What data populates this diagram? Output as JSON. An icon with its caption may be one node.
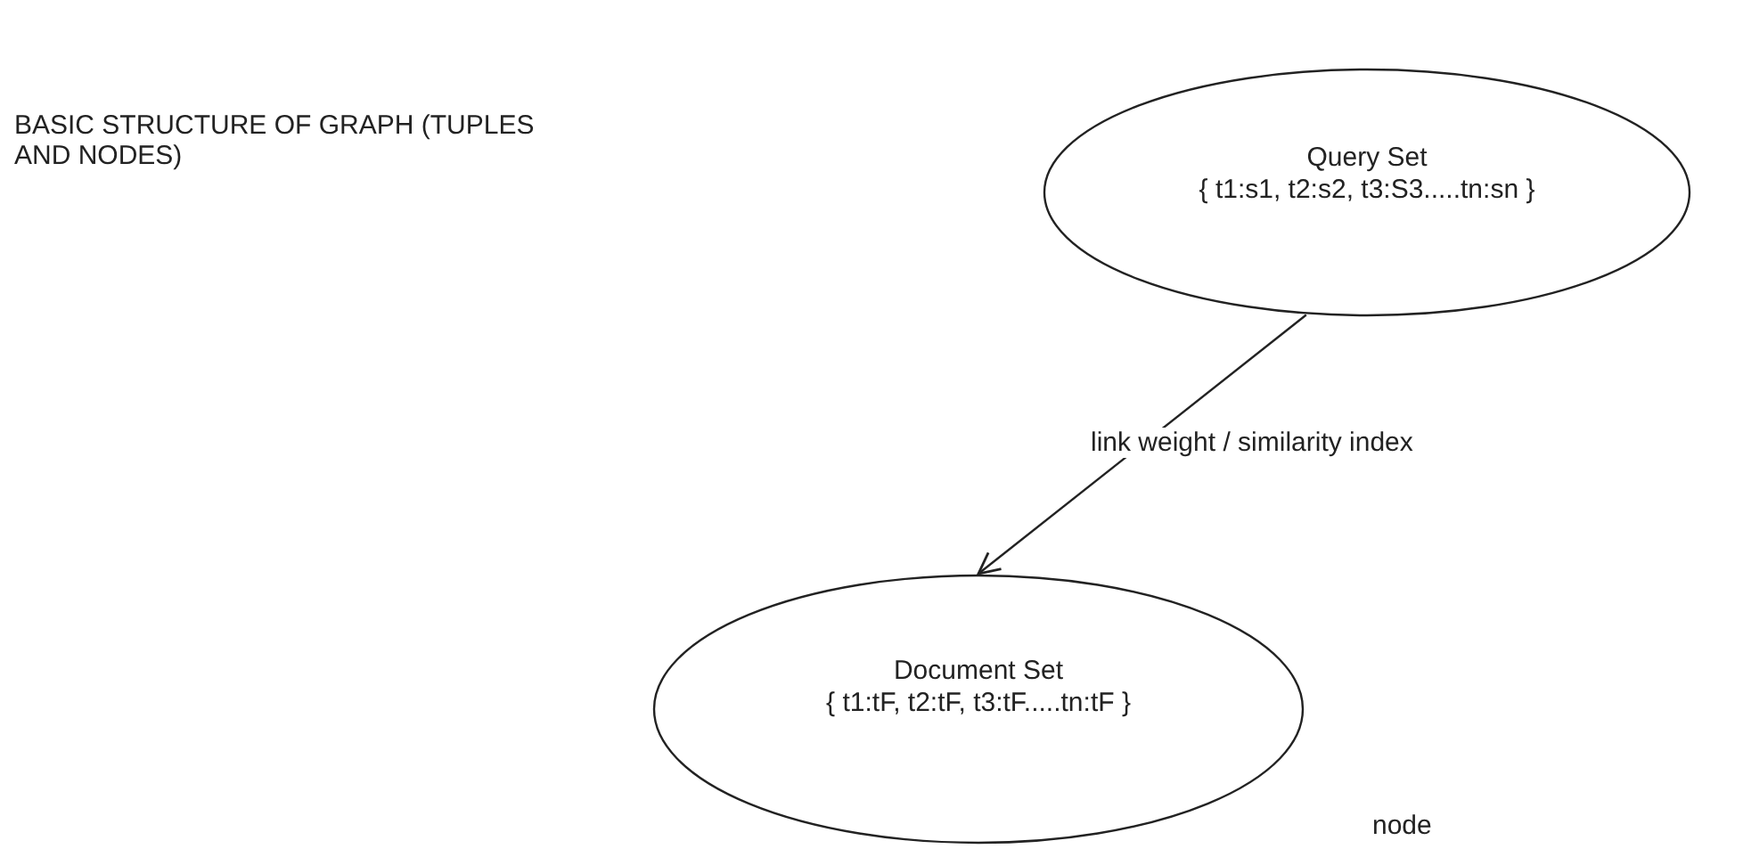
{
  "diagram": {
    "title": "BASIC STRUCTURE OF GRAPH (TUPLES AND NODES)",
    "nodes": [
      {
        "text": [
          "Query Set",
          "{ t1:s1, t2:s2, t3:S3.....tn:sn }"
        ]
      },
      {
        "text": [
          "Document Set",
          "{ t1:tF, t2:tF, t3:tF.....tn:tF }"
        ]
      }
    ],
    "edges": [
      {
        "from": 0,
        "to": 1,
        "arrow": "to",
        "label": "link weight / similarity index"
      }
    ],
    "labels": [
      "node"
    ]
  }
}
